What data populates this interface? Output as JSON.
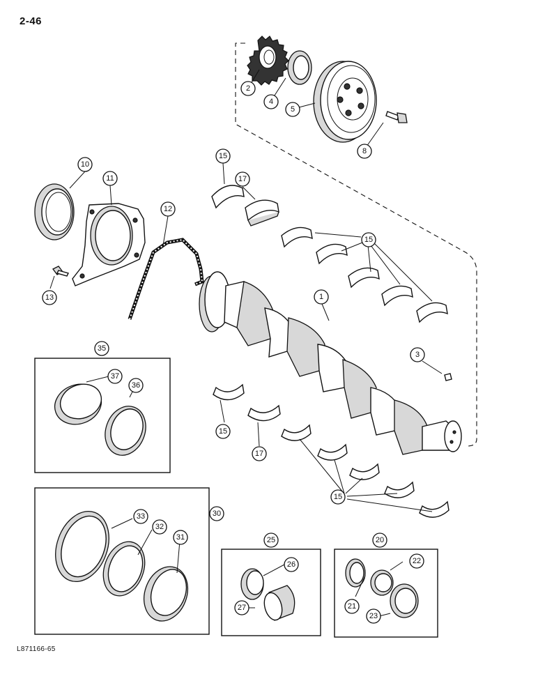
{
  "page_number": "2-46",
  "figure_code": "L871166-65",
  "callouts": {
    "c1": "1",
    "c2": "2",
    "c3": "3",
    "c4": "4",
    "c5": "5",
    "c8": "8",
    "c10": "10",
    "c11": "11",
    "c12": "12",
    "c13": "13",
    "c15": "15",
    "c17": "17",
    "c20": "20",
    "c21": "21",
    "c22": "22",
    "c23": "23",
    "c25": "25",
    "c26": "26",
    "c27": "27",
    "c30": "30",
    "c31": "31",
    "c32": "32",
    "c33": "33",
    "c35": "35",
    "c36": "36",
    "c37": "37"
  }
}
